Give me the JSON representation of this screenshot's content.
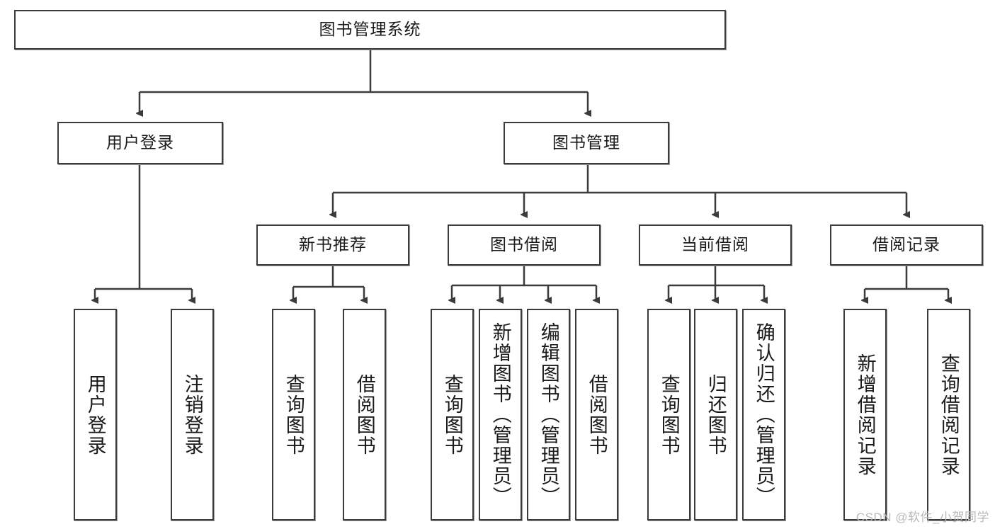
{
  "diagram": {
    "title": "图书管理系统",
    "type": "hierarchy-tree",
    "watermark": "CSDN @软件_小贺同学",
    "colors": {
      "box_border": "#3b3b3b",
      "box_fill": "#ffffff",
      "connector": "#3b3b3b",
      "text": "#1a1a1a",
      "watermark": "#b9b9b9"
    },
    "levels": {
      "root": {
        "label": "图书管理系统"
      },
      "level1": [
        {
          "label": "用户登录"
        },
        {
          "label": "图书管理"
        }
      ],
      "level2": [
        {
          "label": "新书推荐"
        },
        {
          "label": "图书借阅"
        },
        {
          "label": "当前借阅"
        },
        {
          "label": "借阅记录"
        }
      ],
      "leaves": {
        "user_login": [
          {
            "label": "用户登录"
          },
          {
            "label": "注销登录"
          }
        ],
        "new_book_recommend": [
          {
            "label": "查询图书"
          },
          {
            "label": "借阅图书"
          }
        ],
        "book_borrow": [
          {
            "label": "查询图书"
          },
          {
            "label": "新增图书（管理员）"
          },
          {
            "label": "编辑图书（管理员）"
          },
          {
            "label": "借阅图书"
          }
        ],
        "current_borrow": [
          {
            "label": "查询图书"
          },
          {
            "label": "归还图书"
          },
          {
            "label": "确认归还（管理员）"
          }
        ],
        "borrow_record": [
          {
            "label": "新增借阅记录"
          },
          {
            "label": "查询借阅记录"
          }
        ]
      }
    }
  }
}
